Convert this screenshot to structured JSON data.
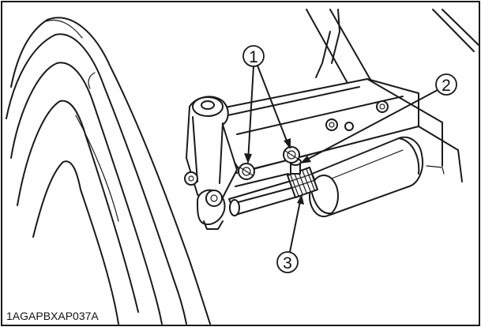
{
  "figure": {
    "code": "1AGAPBXAP037A",
    "callouts": [
      {
        "number": "1"
      },
      {
        "number": "2"
      },
      {
        "number": "3"
      }
    ]
  }
}
